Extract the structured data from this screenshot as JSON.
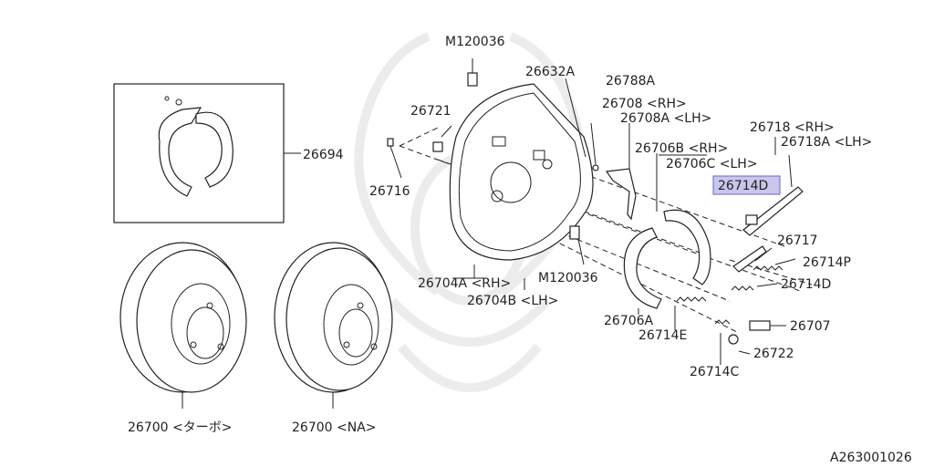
{
  "labels": {
    "bolt_top": "M120036",
    "plate": "26632A",
    "washer": "26788A",
    "shoe_kit": "26694",
    "screw_set": "26721",
    "bolt_pin": "26716",
    "lever_rh": "26708  <RH>",
    "lever_lh": "26708A <LH>",
    "shoe_rh": "26706B <RH>",
    "shoe_lh": "26706C <LH>",
    "strut_rh": "26718  <RH>",
    "strut_lh": "26718A <LH>",
    "spring_hl": "26714D",
    "spring_26717": "26717",
    "spring_p": "26714P",
    "spring_d2": "26714D",
    "adjuster": "26707",
    "cup": "26722",
    "spring_c": "26714C",
    "spring_e": "26714E",
    "shoe_a": "26706A",
    "backplate_rh": "26704A <RH>",
    "backplate_lh": "26704B <LH>",
    "bolt_bottom": "M120036",
    "rotor_turbo": "26700 <ターボ>",
    "rotor_na": "26700 <NA>",
    "drawing_code": "A263001026"
  },
  "highlight": {
    "color": "#c9c6ec",
    "border": "#6a63c6",
    "part": "26714D"
  }
}
